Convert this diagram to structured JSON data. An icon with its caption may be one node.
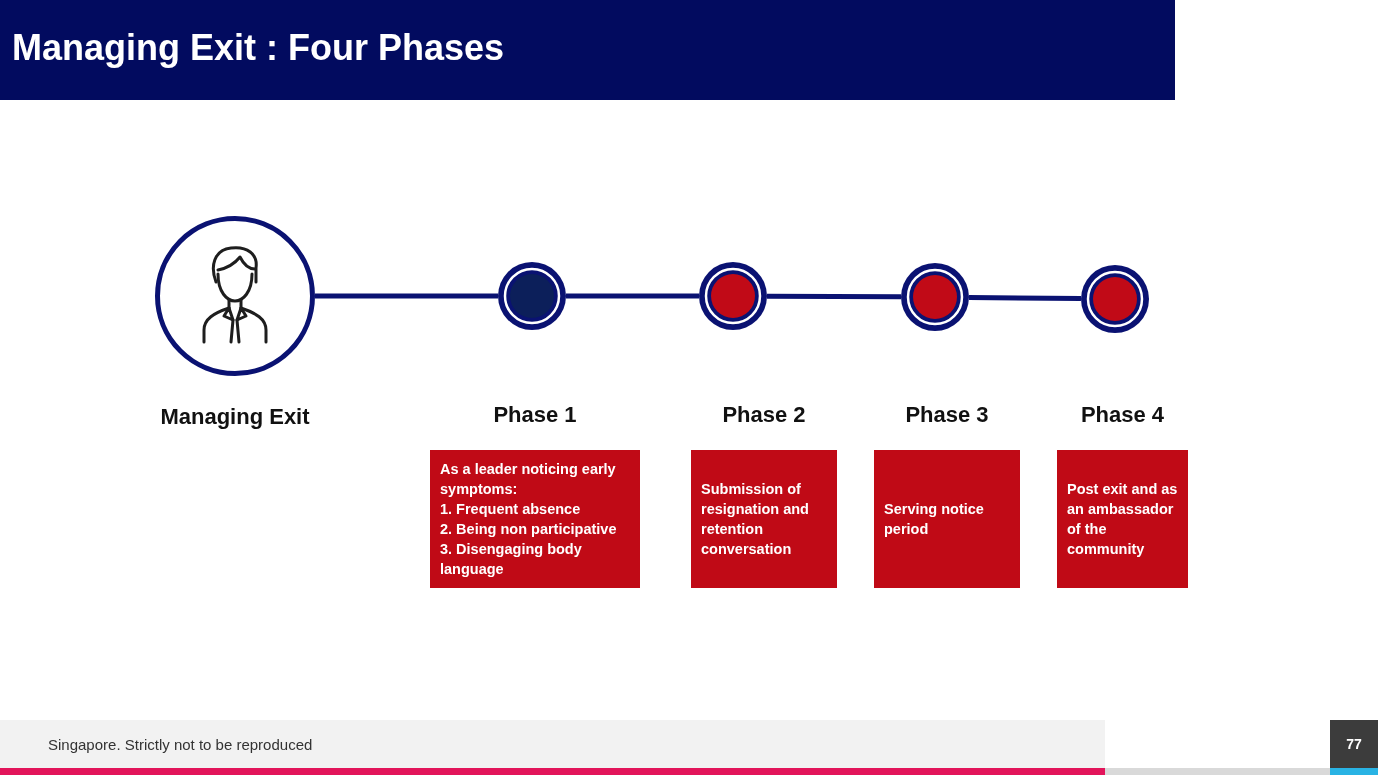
{
  "diagram": {
    "title": "Managing Exit : Four Phases",
    "nodes": [
      {
        "text": [
          "Managing Exit"
        ]
      },
      {
        "text": [],
        "shape": "circle"
      },
      {
        "text": [],
        "shape": "circle"
      },
      {
        "text": [],
        "shape": "circle"
      },
      {
        "text": [],
        "shape": "circle"
      },
      {
        "text": [
          "Phase 1",
          "As a leader noticing early symptoms:",
          "1. Frequent absence",
          "2. Being non participative",
          "3. Disengaging body language"
        ]
      },
      {
        "text": [
          "Phase 2",
          "Submission of resignation and retention conversation"
        ]
      },
      {
        "text": [
          "Phase 3",
          "Serving notice period"
        ]
      },
      {
        "text": [
          "Phase 4",
          "Post exit and as an ambassador of the community"
        ]
      }
    ],
    "edges": [
      {
        "from": 0,
        "to": 1,
        "arrow": "none"
      },
      {
        "from": 1,
        "to": 2,
        "arrow": "none"
      },
      {
        "from": 2,
        "to": 3,
        "arrow": "none"
      },
      {
        "from": 3,
        "to": 4,
        "arrow": "none"
      }
    ],
    "labels": [
      "Singapore. Strictly not to be reproduced",
      "77"
    ]
  }
}
